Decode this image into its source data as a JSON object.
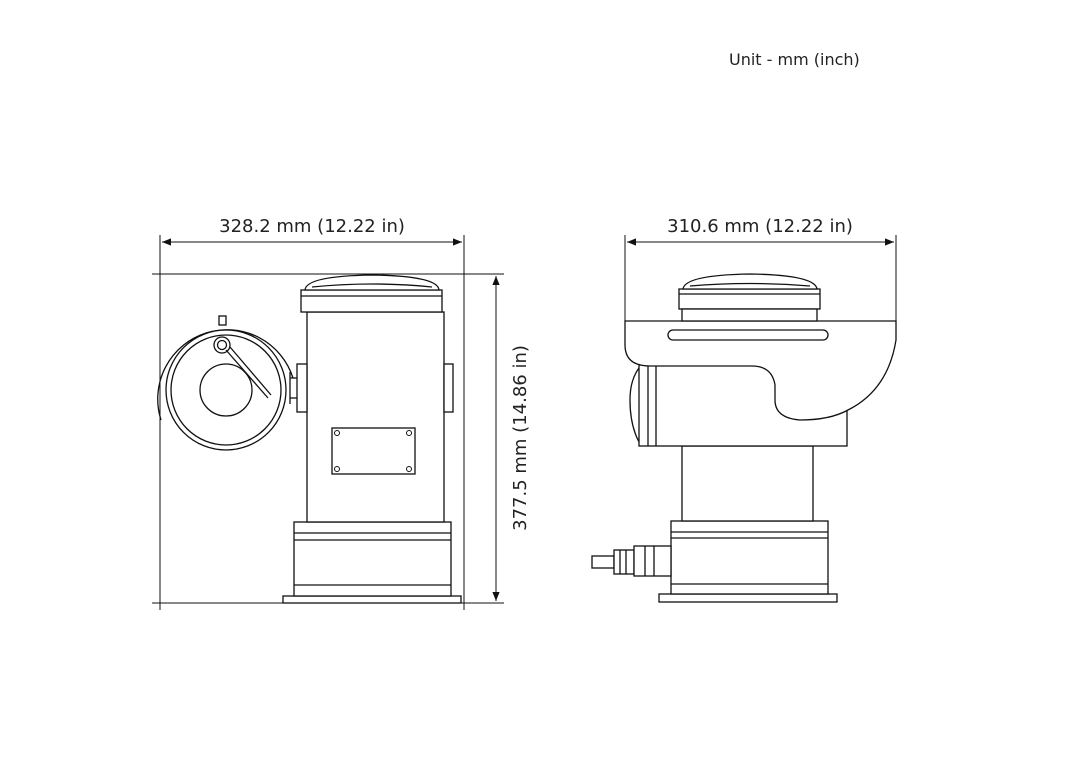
{
  "unit_note": "Unit - mm (inch)",
  "front_view": {
    "width_label": "328.2 mm (12.22 in)",
    "height_label": "377.5 mm (14.86 in)"
  },
  "side_view": {
    "width_label": "310.6 mm (12.22 in)"
  }
}
